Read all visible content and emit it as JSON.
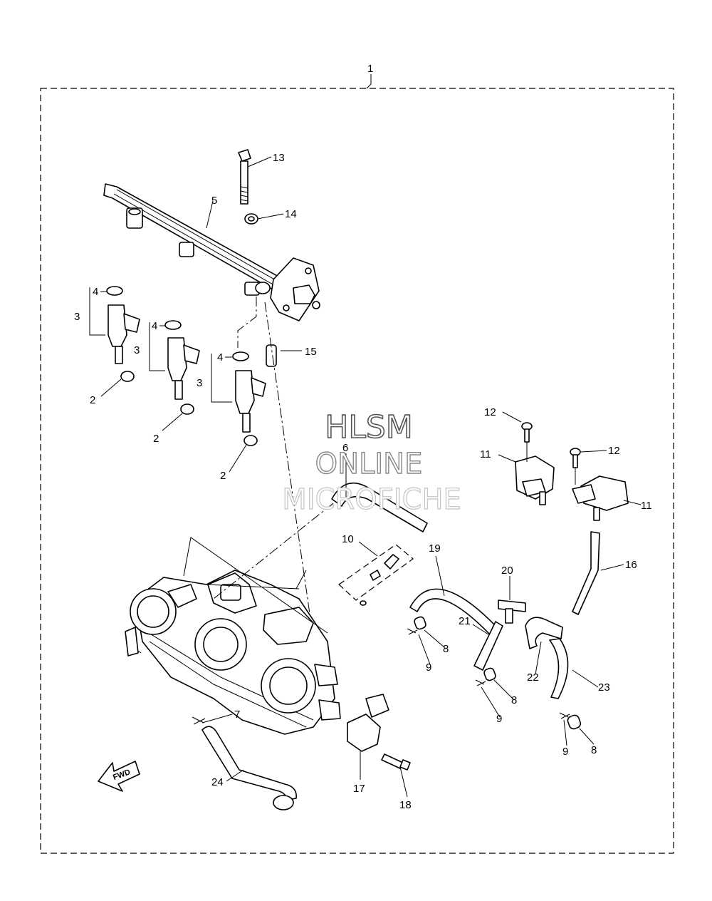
{
  "assembly_label": "1",
  "callouts": [
    {
      "id": "c1",
      "text": "1"
    },
    {
      "id": "c13",
      "text": "13"
    },
    {
      "id": "c5",
      "text": "5"
    },
    {
      "id": "c14",
      "text": "14"
    },
    {
      "id": "c4a",
      "text": "4"
    },
    {
      "id": "c3a",
      "text": "3"
    },
    {
      "id": "c4b",
      "text": "4"
    },
    {
      "id": "c3b",
      "text": "3"
    },
    {
      "id": "c4c",
      "text": "4"
    },
    {
      "id": "c3c",
      "text": "3"
    },
    {
      "id": "c15",
      "text": "15"
    },
    {
      "id": "c2a",
      "text": "2"
    },
    {
      "id": "c2b",
      "text": "2"
    },
    {
      "id": "c2c",
      "text": "2"
    },
    {
      "id": "c12a",
      "text": "12"
    },
    {
      "id": "c12b",
      "text": "12"
    },
    {
      "id": "c11a",
      "text": "11"
    },
    {
      "id": "c11b",
      "text": "11"
    },
    {
      "id": "c6",
      "text": "6"
    },
    {
      "id": "c10",
      "text": "10"
    },
    {
      "id": "c19",
      "text": "19"
    },
    {
      "id": "c20",
      "text": "20"
    },
    {
      "id": "c16",
      "text": "16"
    },
    {
      "id": "c21",
      "text": "21"
    },
    {
      "id": "c8a",
      "text": "8"
    },
    {
      "id": "c9a",
      "text": "9"
    },
    {
      "id": "c22",
      "text": "22"
    },
    {
      "id": "c23",
      "text": "23"
    },
    {
      "id": "c8b",
      "text": "8"
    },
    {
      "id": "c9b",
      "text": "9"
    },
    {
      "id": "c7",
      "text": "7"
    },
    {
      "id": "c9c",
      "text": "9"
    },
    {
      "id": "c8c",
      "text": "8"
    },
    {
      "id": "c24",
      "text": "24"
    },
    {
      "id": "c17",
      "text": "17"
    },
    {
      "id": "c18",
      "text": "18"
    }
  ],
  "watermark": {
    "line1": "HLSM",
    "line2": "ONLINE",
    "line3": "MICROFICHE"
  },
  "fwd_label": "FWD"
}
